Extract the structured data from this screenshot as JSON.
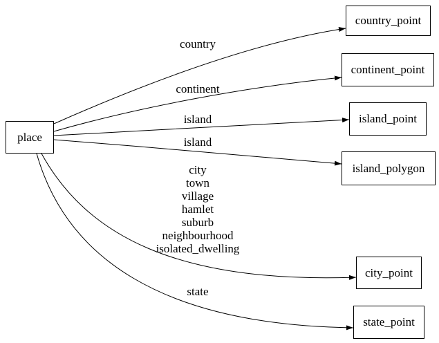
{
  "diagram": {
    "type": "directed-graph",
    "colors": {
      "background": "#ffffff",
      "stroke": "#000000",
      "text": "#000000"
    },
    "nodes": [
      {
        "id": "place",
        "label": "place"
      },
      {
        "id": "country_point",
        "label": "country_point"
      },
      {
        "id": "continent_point",
        "label": "continent_point"
      },
      {
        "id": "island_point",
        "label": "island_point"
      },
      {
        "id": "island_polygon",
        "label": "island_polygon"
      },
      {
        "id": "city_point",
        "label": "city_point"
      },
      {
        "id": "state_point",
        "label": "state_point"
      }
    ],
    "edges": [
      {
        "from": "place",
        "to": "country_point",
        "label": "country"
      },
      {
        "from": "place",
        "to": "continent_point",
        "label": "continent"
      },
      {
        "from": "place",
        "to": "island_point",
        "label": "island"
      },
      {
        "from": "place",
        "to": "island_polygon",
        "label": "island"
      },
      {
        "from": "place",
        "to": "city_point",
        "label_lines": [
          "city",
          "town",
          "village",
          "hamlet",
          "suburb",
          "neighbourhood",
          "isolated_dwelling"
        ]
      },
      {
        "from": "place",
        "to": "state_point",
        "label": "state"
      }
    ]
  }
}
